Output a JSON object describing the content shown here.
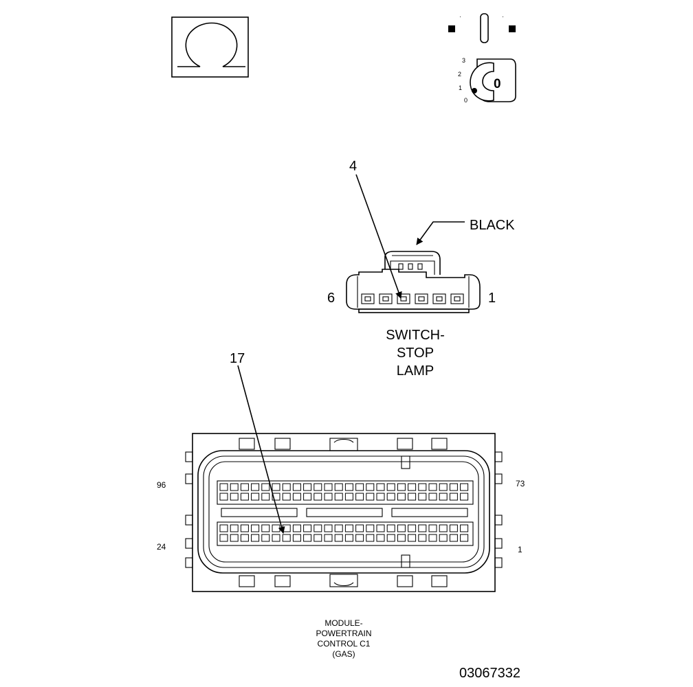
{
  "top_icons": {
    "ignition_positions": [
      "0",
      "1",
      "2",
      "3"
    ],
    "key_label": "0"
  },
  "stop_lamp_switch": {
    "color_callout": "BLACK",
    "pin_callout": "4",
    "pin_left": "6",
    "pin_right": "1",
    "title_lines": [
      "SWITCH-",
      "STOP",
      "LAMP"
    ]
  },
  "pcm_connector": {
    "pin_callout": "17",
    "pin_top_left": "96",
    "pin_bottom_left": "24",
    "pin_top_right": "73",
    "pin_bottom_right": "1",
    "title_lines": [
      "MODULE-",
      "POWERTRAIN",
      "CONTROL C1",
      "(GAS)"
    ]
  },
  "figure_id": "03067332"
}
